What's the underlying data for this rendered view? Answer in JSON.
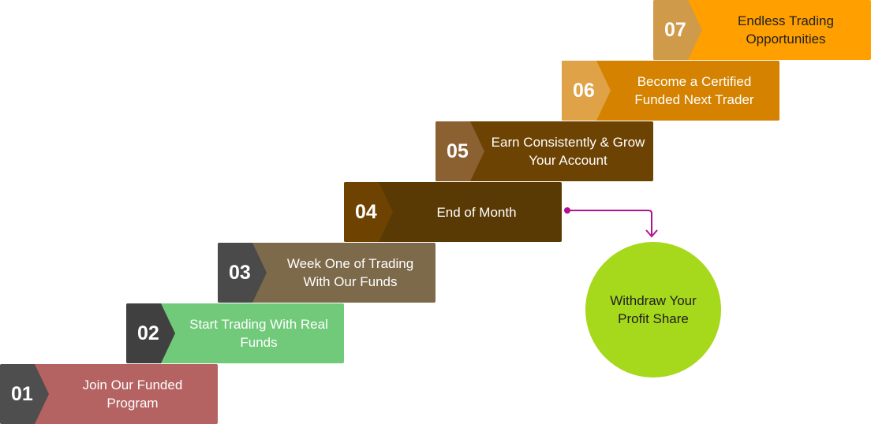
{
  "steps": [
    {
      "number": "01",
      "label": "Join Our Funded Program"
    },
    {
      "number": "02",
      "label": "Start Trading With Real Funds"
    },
    {
      "number": "03",
      "label": "Week One of Trading With Our Funds"
    },
    {
      "number": "04",
      "label": "End of Month"
    },
    {
      "number": "05",
      "label": "Earn Consistently & Grow Your Account"
    },
    {
      "number": "06",
      "label": "Become a Certified Funded Next Trader"
    },
    {
      "number": "07",
      "label": "Endless Trading Opportunities"
    }
  ],
  "outcome": {
    "label": "Withdraw Your Profit Share"
  },
  "colors": {
    "connector": "#b0138f",
    "circle": "#a6d81c"
  }
}
